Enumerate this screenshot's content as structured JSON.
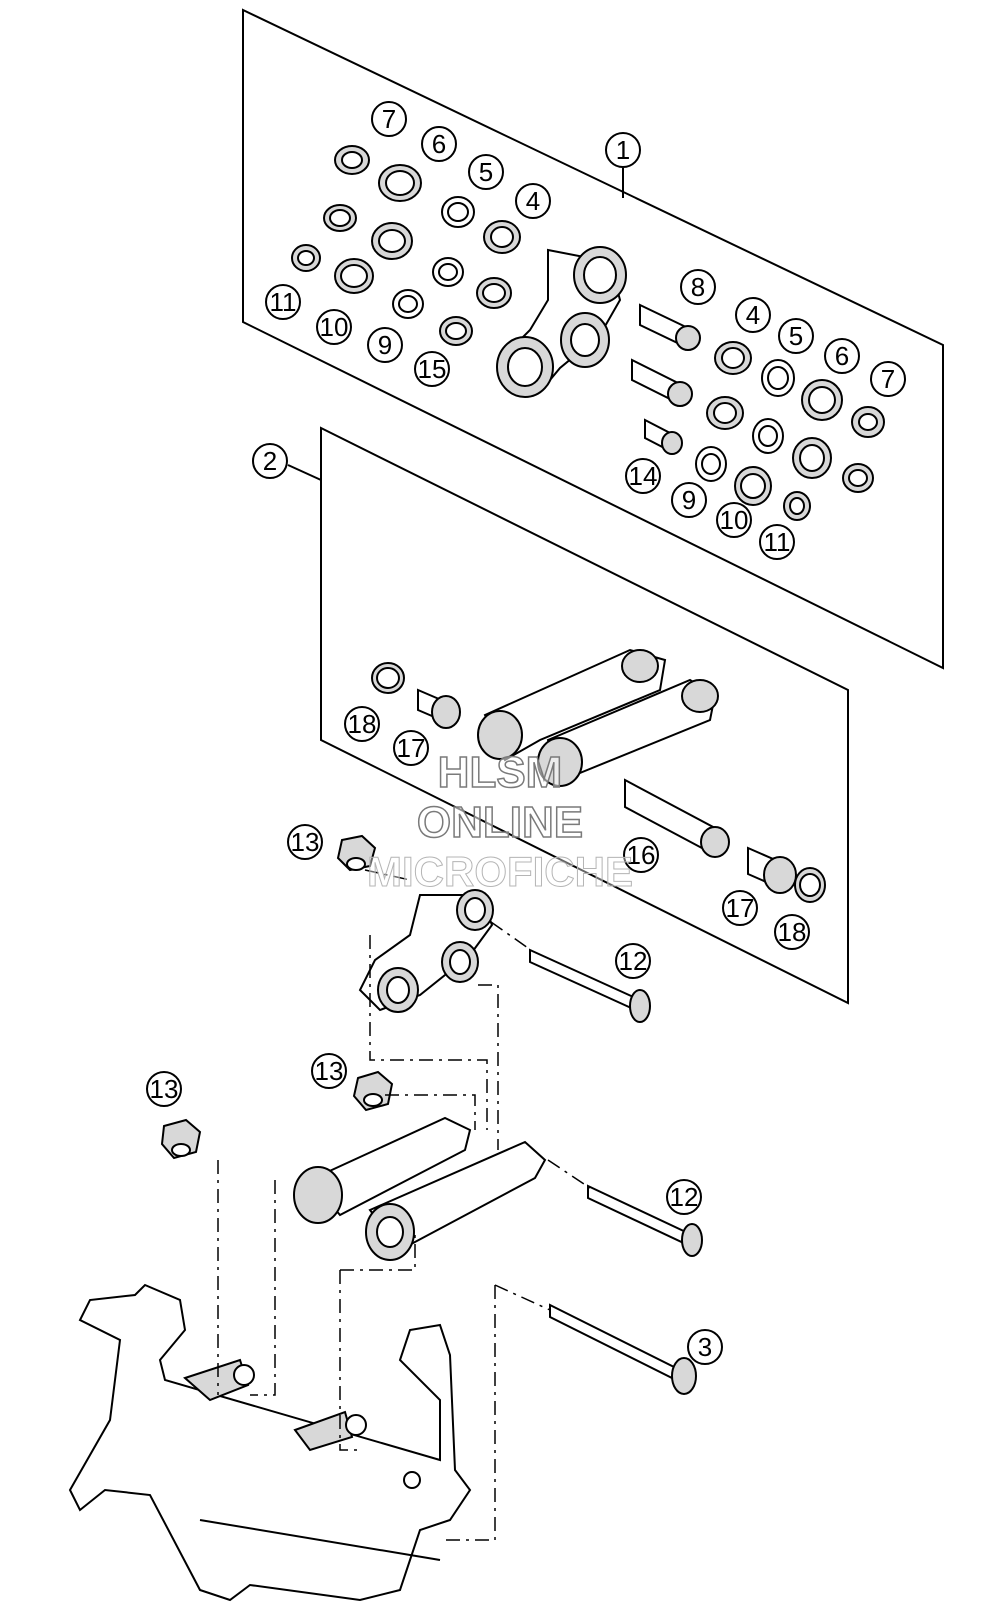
{
  "callouts": {
    "c1": "1",
    "c2": "2",
    "c3": "3",
    "c4a": "4",
    "c4b": "4",
    "c5a": "5",
    "c5b": "5",
    "c6a": "6",
    "c6b": "6",
    "c7a": "7",
    "c7b": "7",
    "c8": "8",
    "c9a": "9",
    "c9b": "9",
    "c10a": "10",
    "c10b": "10",
    "c11a": "11",
    "c11b": "11",
    "c12a": "12",
    "c12b": "12",
    "c13a": "13",
    "c13b": "13",
    "c13c": "13",
    "c14": "14",
    "c15": "15",
    "c16": "16",
    "c17a": "17",
    "c17b": "17",
    "c18a": "18",
    "c18b": "18"
  },
  "watermark": {
    "line1": "HLSM",
    "line2": "ONLINE",
    "line3": "MICROFICHE"
  }
}
